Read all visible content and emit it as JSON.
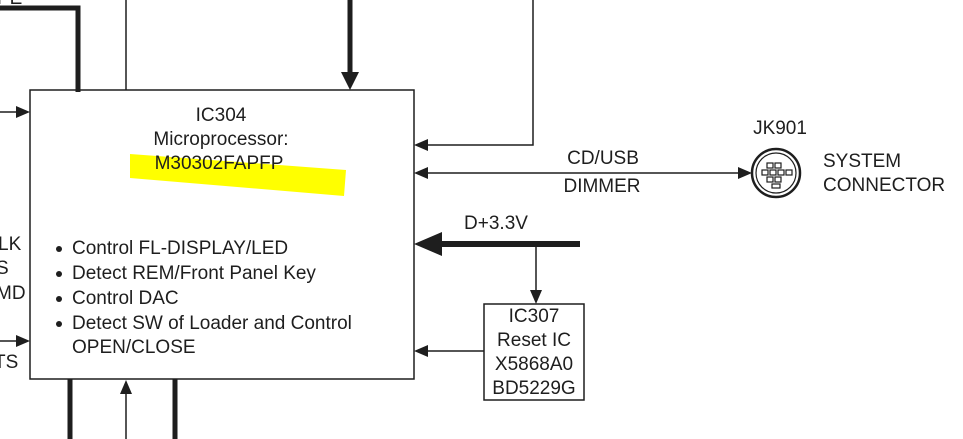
{
  "cut_off_labels": {
    "top_left": "D/PE",
    "left_1": "LK",
    "left_2": "S",
    "left_3": "MD",
    "left_4": "TS"
  },
  "main_block": {
    "id": "IC304",
    "type": "Microprocessor:",
    "part": "M30302FAPFP",
    "highlight_color": "#ffff00",
    "functions": [
      "Control FL-DISPLAY/LED",
      "Detect REM/Front Panel Key",
      "Control DAC",
      "Detect SW of Loader and Control",
      "OPEN/CLOSE"
    ]
  },
  "signals": {
    "cd_usb": "CD/USB",
    "dimmer": "DIMMER",
    "power": "D+3.3V"
  },
  "connector": {
    "id": "JK901",
    "name_line1": "SYSTEM",
    "name_line2": "CONNECTOR"
  },
  "reset_ic": {
    "id": "IC307",
    "type": "Reset IC",
    "part1": "X5868A0",
    "part2": "BD5229G"
  }
}
